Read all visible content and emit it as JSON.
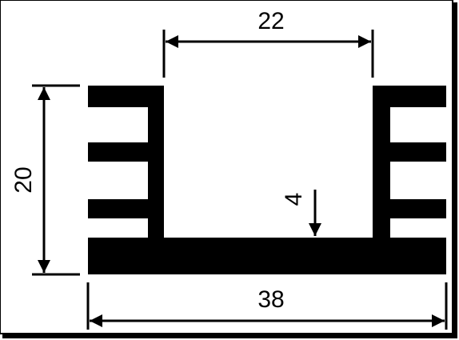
{
  "dimensions": {
    "top_width": "22",
    "height": "20",
    "base_thickness": "4",
    "bottom_width": "38"
  },
  "colors": {
    "ink": "#000000",
    "paper": "#ffffff"
  }
}
